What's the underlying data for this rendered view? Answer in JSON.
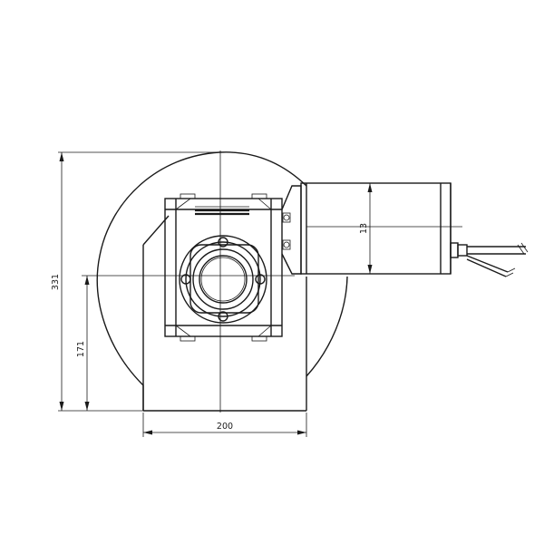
{
  "drawing": {
    "dimensions": {
      "overall_height": "331",
      "base_width": "200",
      "shaft_height": "171",
      "motor_diameter": "13"
    }
  },
  "colors": {
    "line": "#1a1a1a",
    "background": "#ffffff"
  }
}
